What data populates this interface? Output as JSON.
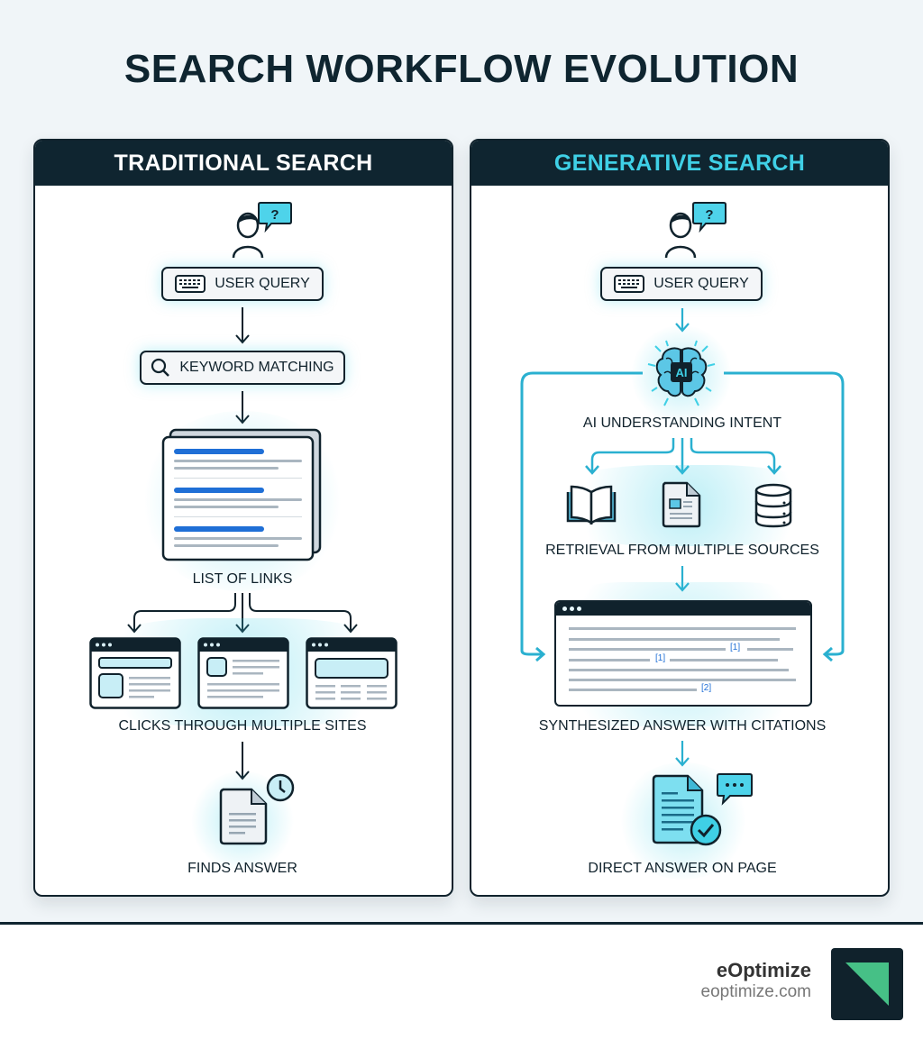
{
  "title": "SEARCH WORKFLOW EVOLUTION",
  "colors": {
    "dark": "#0f2530",
    "accent": "#3fd0e6",
    "accent_line": "#2ab0d0",
    "link_blue": "#1f6fd6",
    "brand_green": "#46c086"
  },
  "traditional": {
    "header": "TRADITIONAL SEARCH",
    "steps": {
      "user_query": "USER QUERY",
      "keyword_matching": "KEYWORD MATCHING",
      "list_of_links": "LIST OF LINKS",
      "clicks_through": "CLICKS THROUGH MULTIPLE SITES",
      "finds_answer": "FINDS ANSWER"
    },
    "icons": [
      "user-icon",
      "question-bubble-icon",
      "keyboard-icon",
      "search-icon",
      "results-page-icon",
      "browser-window-icon",
      "browser-window-icon",
      "browser-window-icon",
      "document-icon",
      "clock-icon"
    ]
  },
  "generative": {
    "header": "GENERATIVE SEARCH",
    "steps": {
      "user_query": "USER QUERY",
      "ai_intent": "AI UNDERSTANDING INTENT",
      "retrieval": "RETRIEVAL FROM MULTIPLE SOURCES",
      "synthesized": "SYNTHESIZED ANSWER WITH CITATIONS",
      "direct_answer": "DIRECT ANSWER ON PAGE"
    },
    "ai_badge": "AI",
    "citations": [
      "[1]",
      "[1]",
      "[2]"
    ],
    "icons": [
      "user-icon",
      "question-bubble-icon",
      "keyboard-icon",
      "ai-brain-icon",
      "book-icon",
      "document-icon",
      "database-icon",
      "browser-window-icon",
      "document-check-icon",
      "chat-bubble-icon"
    ]
  },
  "footer": {
    "brand_name": "eOptimize",
    "brand_url": "eoptimize.com"
  }
}
